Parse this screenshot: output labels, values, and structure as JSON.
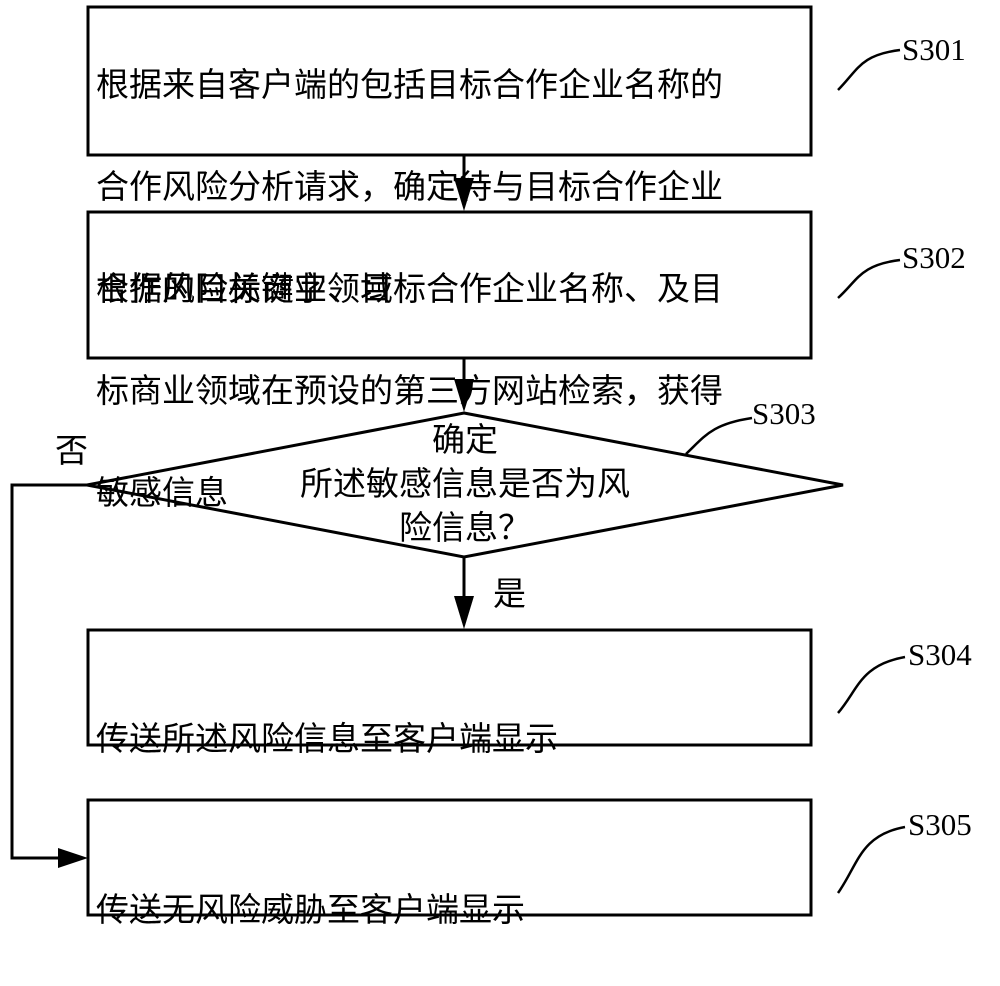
{
  "steps": {
    "s301": {
      "id": "S301",
      "lines": [
        "根据来自客户端的包括目标合作企业名称的",
        "合作风险分析请求，确定待与目标合作企业",
        "合作的目标商业领域"
      ]
    },
    "s302": {
      "id": "S302",
      "lines": [
        "根据风险关键字、目标合作企业名称、及目",
        "标商业领域在预设的第三方网站检索，获得",
        "敏感信息"
      ]
    },
    "s303": {
      "id": "S303",
      "lines": [
        "确定",
        "所述敏感信息是否为风",
        "险信息？"
      ]
    },
    "s304": {
      "id": "S304",
      "lines": [
        "传送所述风险信息至客户端显示"
      ]
    },
    "s305": {
      "id": "S305",
      "lines": [
        "传送无风险威胁至客户端显示"
      ]
    }
  },
  "branches": {
    "no": "否",
    "yes": "是"
  }
}
